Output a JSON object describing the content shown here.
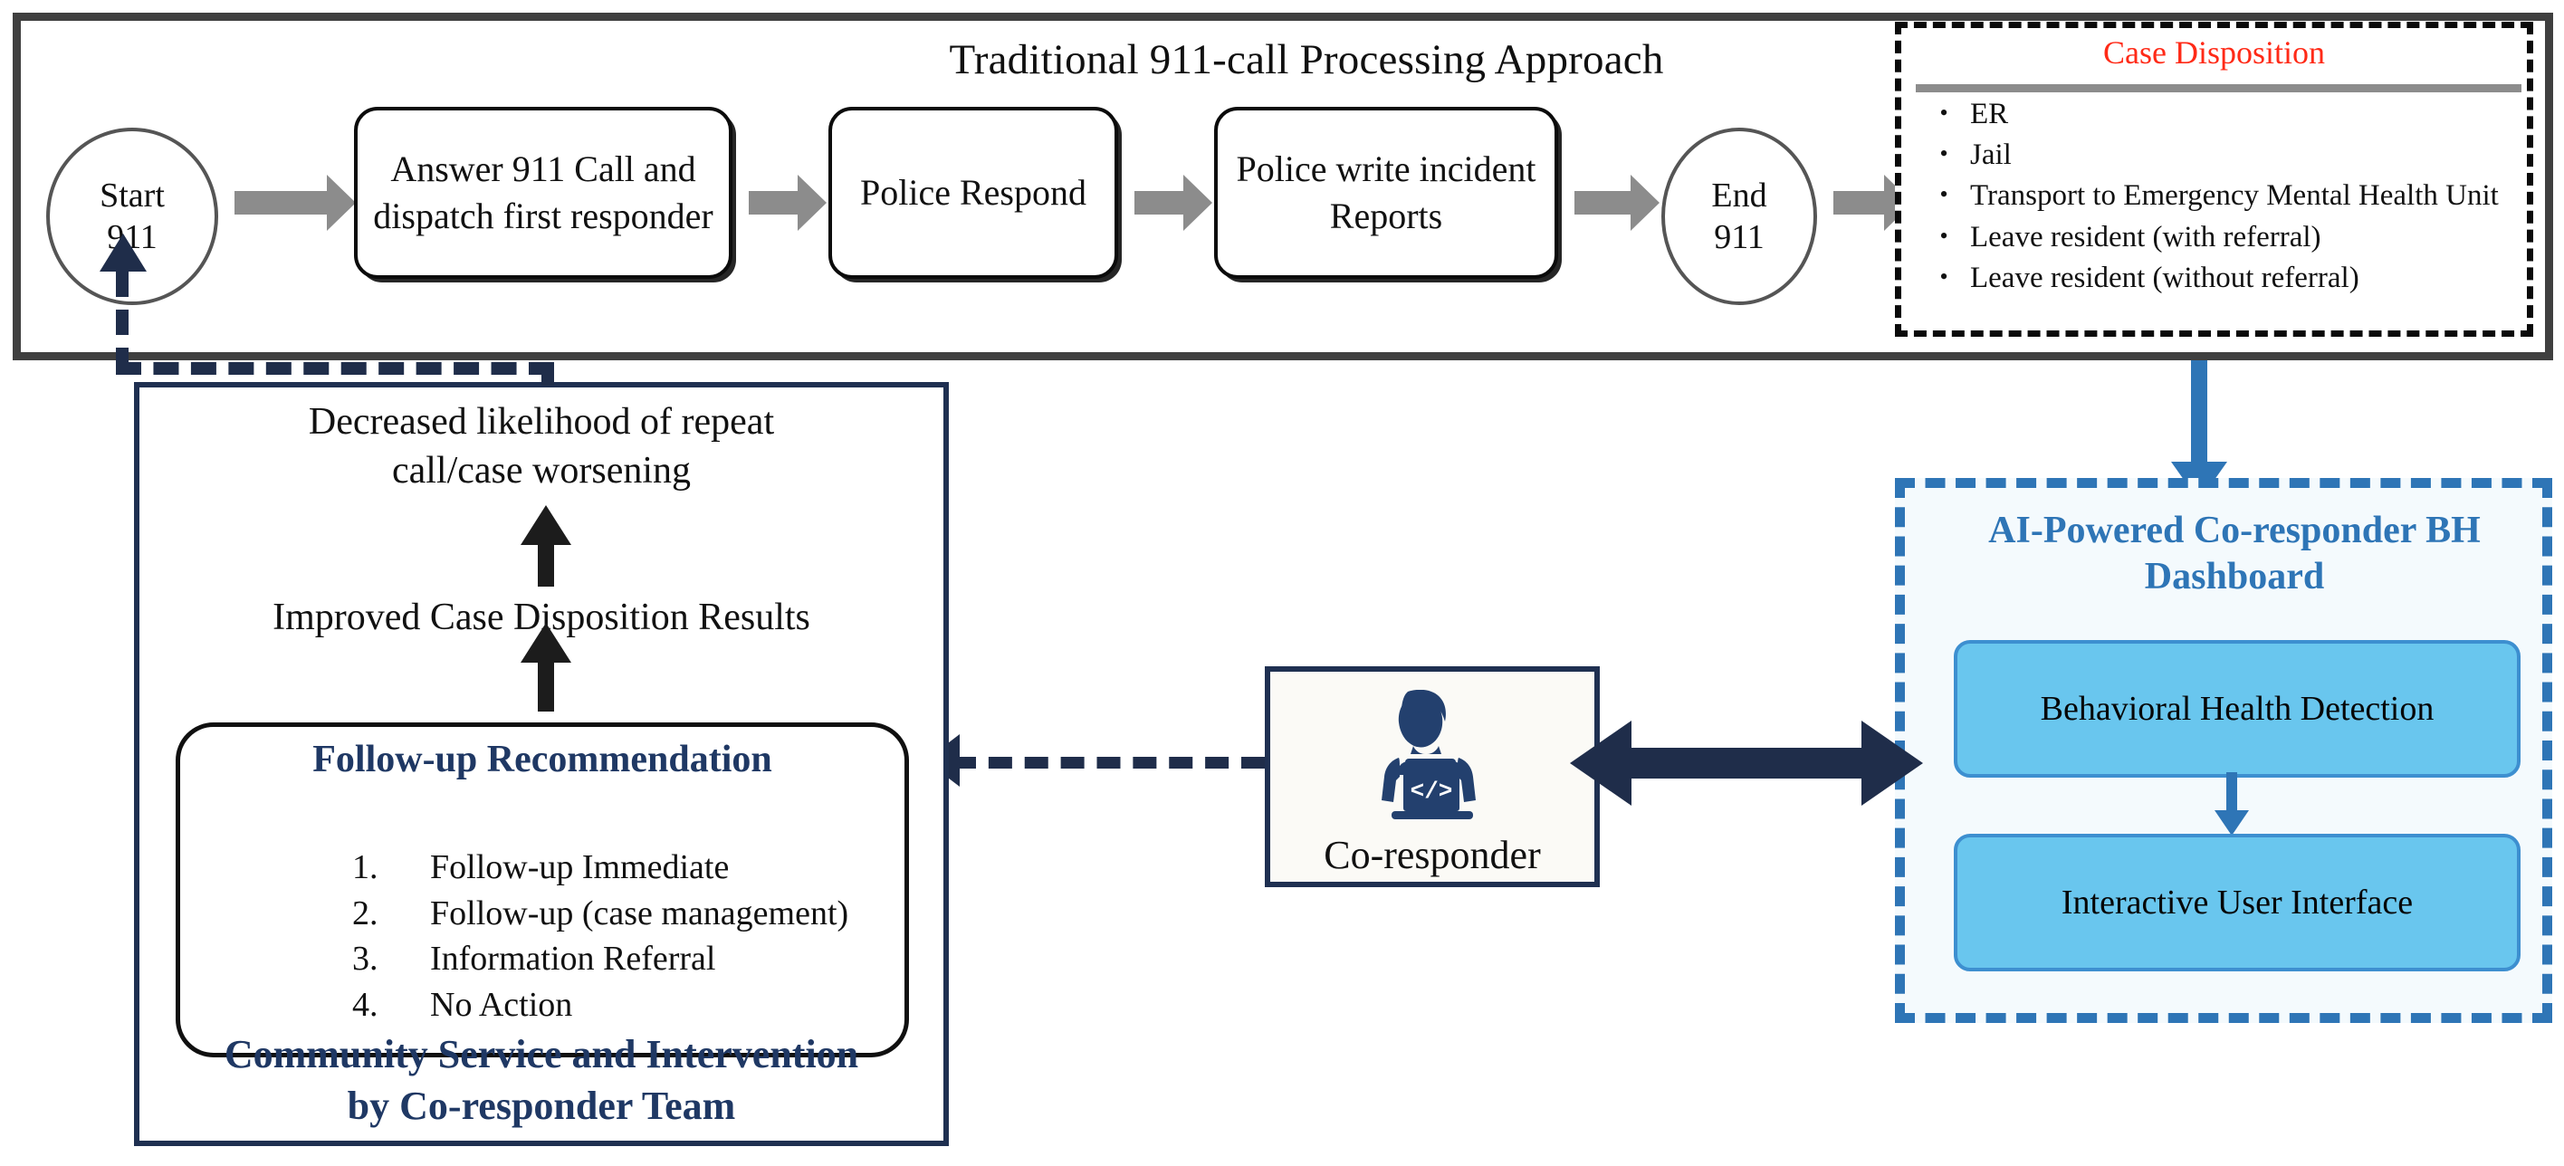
{
  "top_section": {
    "title": "Traditional 911-call Processing Approach",
    "nodes": {
      "start": "Start\n911",
      "start_line1": "Start",
      "start_line2": "911",
      "answer": "Answer 911 Call and dispatch first responder",
      "police_respond": "Police Respond",
      "police_report": "Police write incident Reports",
      "end_line1": "End",
      "end_line2": "911"
    }
  },
  "case_disposition": {
    "title": "Case Disposition",
    "title_color": "#FF2A17",
    "bullet": "•",
    "items": [
      "ER",
      "Jail",
      "Transport to Emergency Mental Health Unit",
      "Leave resident (with referral)",
      "Leave resident (without referral)"
    ]
  },
  "ai_dashboard": {
    "title": "AI-Powered Co-responder BH Dashboard",
    "title_color": "#2E75B6",
    "card_fill": "#69C6EE",
    "cards": [
      "Behavioral Health Detection",
      "Interactive User Interface"
    ]
  },
  "co_responder": {
    "label": "Co-responder",
    "icon": "person-at-laptop-icon",
    "code_glyph": "</>"
  },
  "community_panel": {
    "outcome_line1": "Decreased likelihood of repeat",
    "outcome_line2": "call/case worsening",
    "improved_results": "Improved Case Disposition Results",
    "followup_title": "Follow-up Recommendation",
    "followup_items": [
      {
        "num": "1.",
        "text": "Follow-up Immediate"
      },
      {
        "num": "2.",
        "text": "Follow-up (case management)"
      },
      {
        "num": "3.",
        "text": "Information Referral"
      },
      {
        "num": "4.",
        "text": "No Action"
      }
    ],
    "footer_line1": "Community Service and Intervention",
    "footer_line2": "by Co-responder Team",
    "footer_color": "#1F3864"
  },
  "colors": {
    "grey_arrow": "#8C8C8C",
    "navy": "#1F2D4A",
    "blue": "#2E75B6",
    "frame_grey": "#3F3F3F"
  }
}
